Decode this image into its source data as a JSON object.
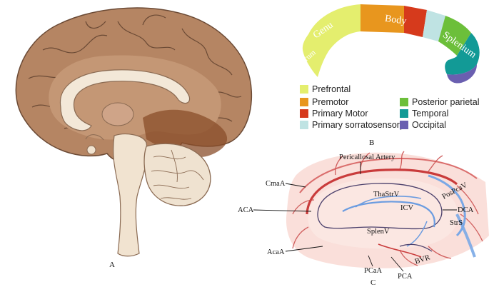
{
  "panels": {
    "a": {
      "label": "A"
    },
    "b": {
      "label": "B"
    },
    "c": {
      "label": "C"
    }
  },
  "corpus_callosum": {
    "segments": {
      "genu": "Genu",
      "rostrum": "Rostrum",
      "body": "Body",
      "splenium": "Splenium"
    }
  },
  "legend": {
    "items": [
      {
        "label": "Prefrontal",
        "color": "#e4ee6e"
      },
      {
        "label": "Premotor",
        "color": "#e8961e"
      },
      {
        "label": "Primary Motor",
        "color": "#d63a1c"
      },
      {
        "label": "Primary sorratosensory",
        "color": "#bfe3e3"
      },
      {
        "label": "Posterior parietal",
        "color": "#6cbf3a"
      },
      {
        "label": "Temporal",
        "color": "#129a96"
      },
      {
        "label": "Occipital",
        "color": "#6a5fb0"
      }
    ]
  },
  "vessels": {
    "pericallosal_artery": "Pericallosal Artery",
    "cmaa": "CmaA",
    "aca": "ACA",
    "acaa": "AcaA",
    "thastrv": "ThaStrV",
    "icv": "ICV",
    "splenv": "SplenV",
    "posperv": "PosPcaV",
    "dca": "DCA",
    "strs": "StrS",
    "bvr": "BVR",
    "pcaa": "PCaA",
    "pca": "PCA"
  },
  "colors": {
    "cortex": "#b07f5e",
    "cortex_light": "#caa383",
    "white_matter": "#f3e8d8",
    "artery": "#c93b3b",
    "vein": "#6b9ce0",
    "tissue_pink": "#f7d6d2"
  }
}
